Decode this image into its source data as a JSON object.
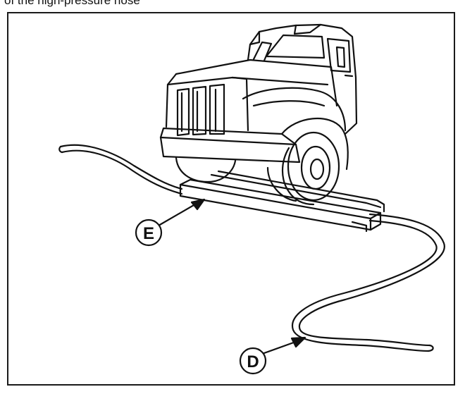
{
  "header": {
    "partial_text": "of the high-pressure hose"
  },
  "figure": {
    "icons": [
      "truck-illustration",
      "wood-plank",
      "hose"
    ],
    "callouts": [
      {
        "label": "E",
        "refers_to": "wood-plank"
      },
      {
        "label": "D",
        "refers_to": "hose"
      }
    ]
  }
}
